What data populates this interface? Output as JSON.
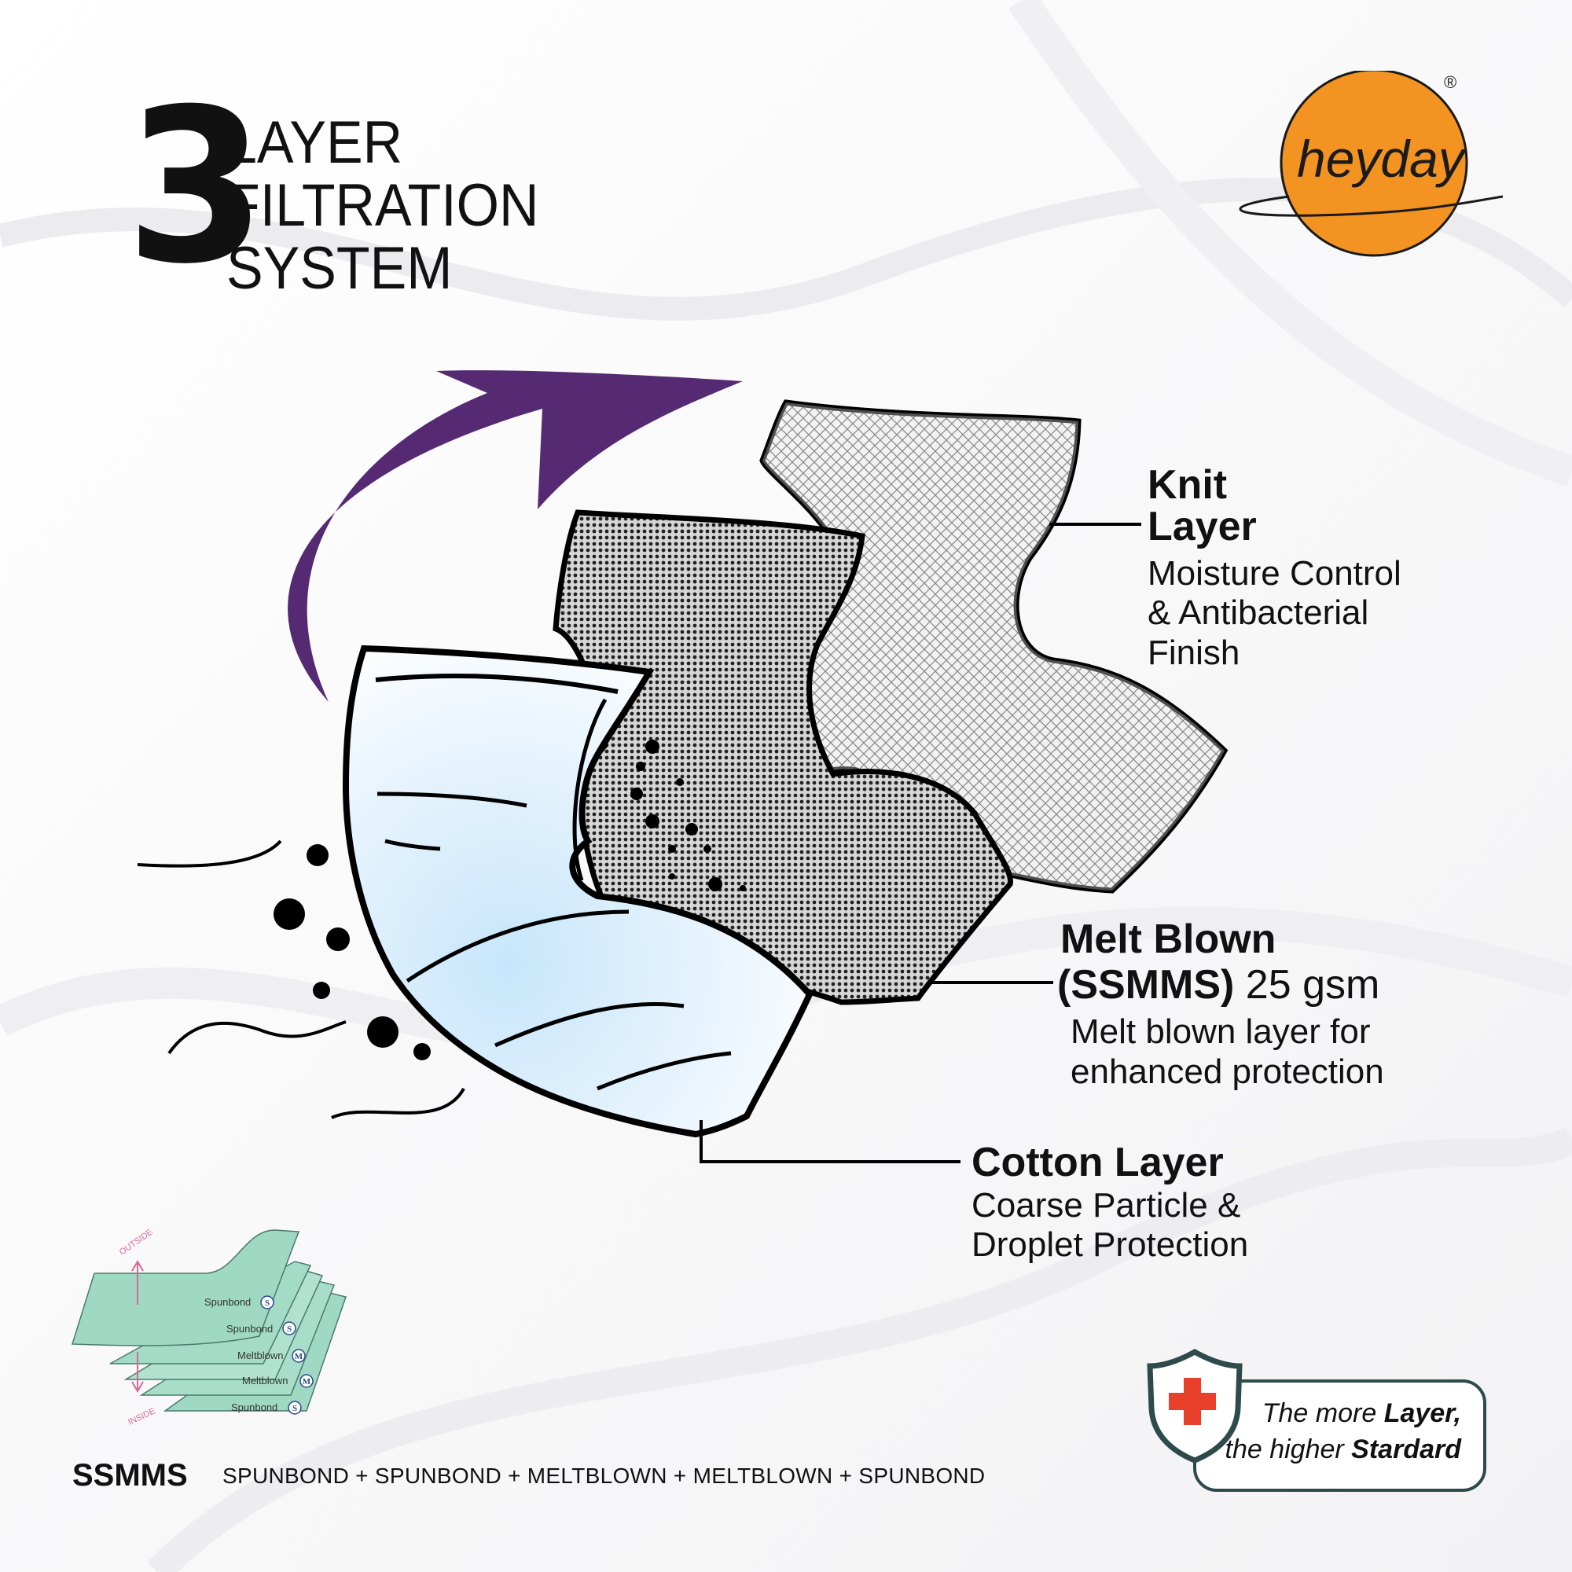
{
  "title": {
    "number": "3",
    "line1": "LAYER",
    "line2": "FILTRATION",
    "line3": "SYSTEM"
  },
  "brand": {
    "name": "heyday",
    "registered": "®",
    "circle_color": "#f39321"
  },
  "arrow_color": "#552a72",
  "layers": {
    "knit": {
      "title_line1": "Knit",
      "title_line2": "Layer",
      "desc_line1": "Moisture Control",
      "desc_line2": "& Antibacterial",
      "desc_line3": "Finish"
    },
    "melt": {
      "title_line1": "Melt Blown",
      "title_bold": "(SSMMS)",
      "title_rest": " 25 gsm",
      "desc_line1": "Melt blown layer for",
      "desc_line2": "enhanced protection"
    },
    "cotton": {
      "title": "Cotton Layer",
      "desc_line1": "Coarse Particle &",
      "desc_line2": "Droplet Protection"
    }
  },
  "mini_diagram": {
    "outside": "OUTSIDE",
    "inside": "INSIDE",
    "layers": [
      {
        "label": "Spunbond",
        "badge": "S"
      },
      {
        "label": "Spunbond",
        "badge": "S"
      },
      {
        "label": "Meltblown",
        "badge": "M"
      },
      {
        "label": "Meltblown",
        "badge": "M"
      },
      {
        "label": "Spunbond",
        "badge": "S"
      }
    ],
    "sheet_color": "#9fd9c4"
  },
  "ssmms": {
    "key": "SSMMS",
    "desc": "SPUNBOND + SPUNBOND + MELTBLOWN + MELTBLOWN + SPUNBOND"
  },
  "slogan": {
    "pre1": "The more ",
    "bold1": "Layer,",
    "pre2": "the higher ",
    "bold2": "Stardard"
  },
  "shield": {
    "border_color": "#2f4a4a",
    "cross_color": "#e8402b"
  }
}
